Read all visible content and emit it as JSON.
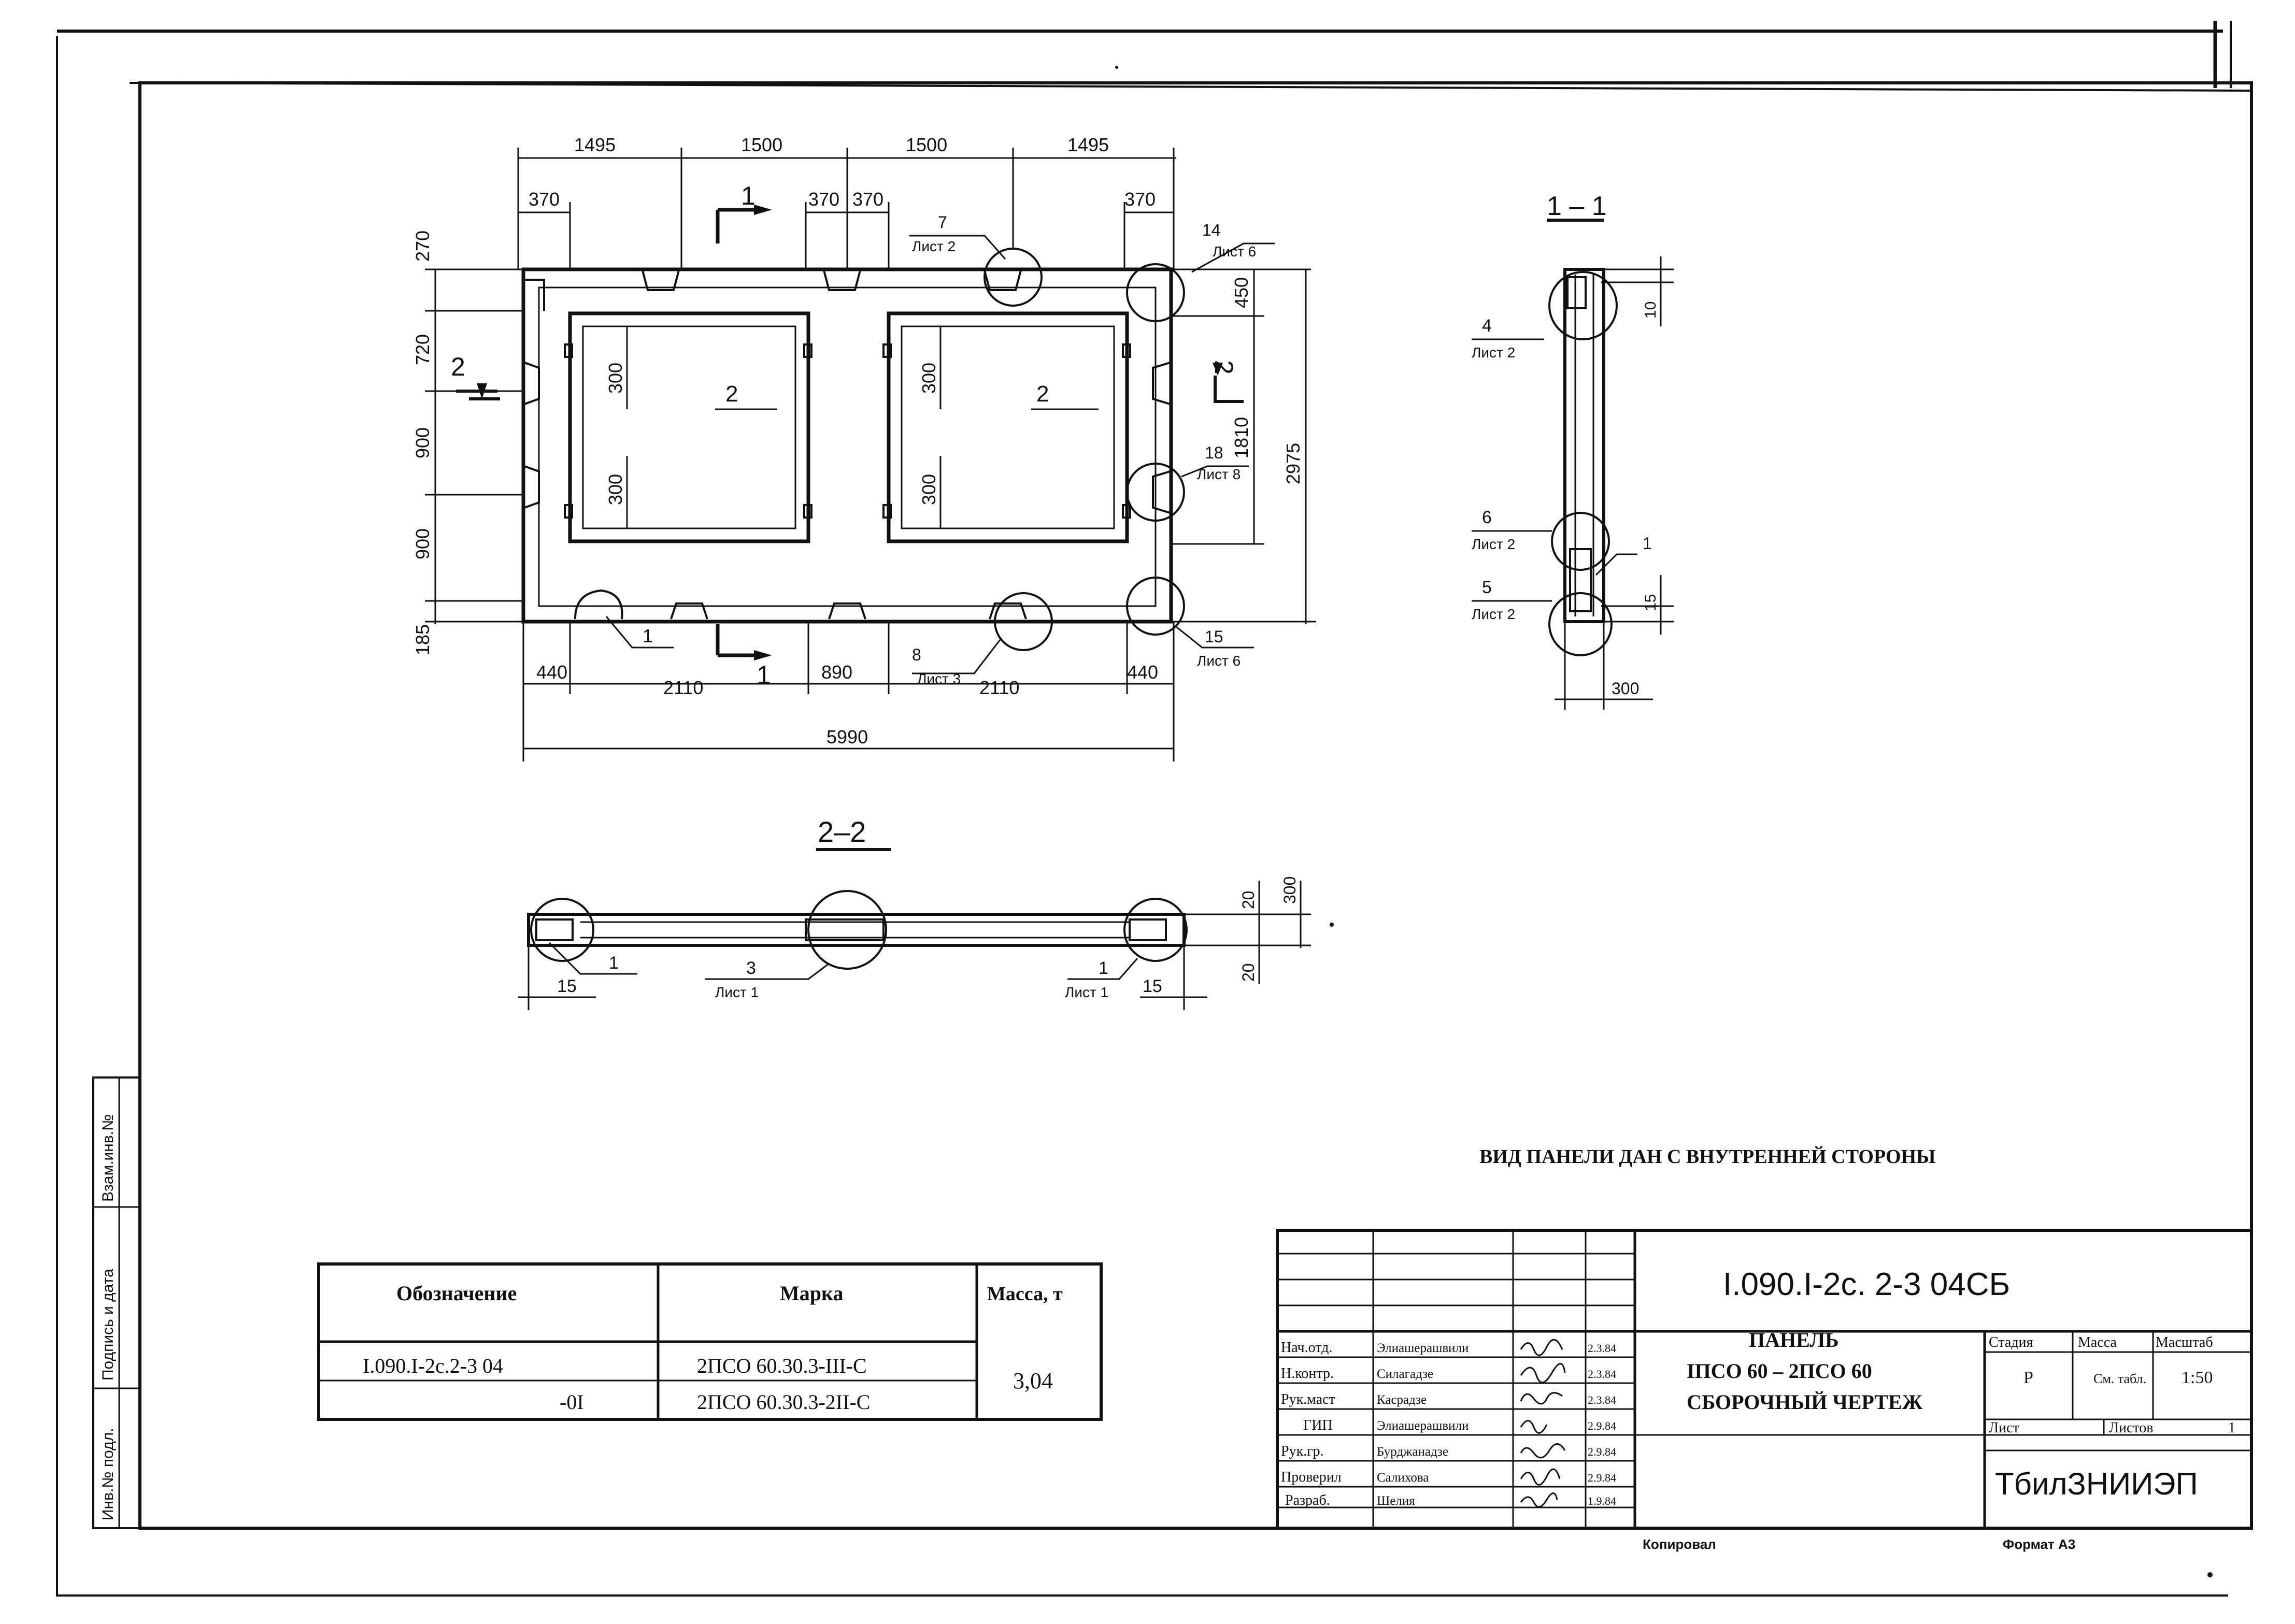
{
  "plan": {
    "top_dims": [
      "1495",
      "1500",
      "1500",
      "1495"
    ],
    "top_sub_dims": [
      "370",
      "370",
      "370",
      "370"
    ],
    "left_dims": [
      "270",
      "720",
      "900",
      "900",
      "185"
    ],
    "right_dims": [
      "450",
      "1810",
      "2975"
    ],
    "bottom_dims": [
      "440",
      "2110",
      "890",
      "2110",
      "440"
    ],
    "total_width": "5990",
    "window_dims": [
      "300",
      "300",
      "300",
      "300"
    ],
    "window_marks": [
      "2",
      "2"
    ],
    "section_marks": [
      "1",
      "1",
      "2",
      "2"
    ],
    "callouts": [
      {
        "num": "7",
        "sheet": "Лист 2"
      },
      {
        "num": "14",
        "sheet": "Лист 6"
      },
      {
        "num": "18",
        "sheet": "Лист 8"
      },
      {
        "num": "15",
        "sheet": "Лист 6"
      },
      {
        "num": "8",
        "sheet": "Лист 3"
      }
    ],
    "bottom_leader": "1"
  },
  "section_1_1": {
    "title": "1 – 1",
    "callouts": [
      {
        "num": "4",
        "sheet": "Лист 2"
      },
      {
        "num": "6",
        "sheet": "Лист 2"
      },
      {
        "num": "5",
        "sheet": "Лист 2"
      }
    ],
    "dims": [
      "10",
      "15",
      "300"
    ],
    "leader": "1"
  },
  "section_2_2": {
    "title": "2–2",
    "left_leader": "1",
    "left_dim": "15",
    "callout_mid": {
      "num": "3",
      "sheet": "Лист 1"
    },
    "callout_right": {
      "num": "1",
      "sheet": "Лист 1"
    },
    "right_dim": "15",
    "vert_dims": [
      "20",
      "300",
      "20"
    ]
  },
  "note": "ВИД ПАНЕЛИ ДАН С ВНУТРЕННЕЙ СТОРОНЫ",
  "spec_table": {
    "headers": [
      "Обозначение",
      "Марка",
      "Масса, т"
    ],
    "rows": [
      {
        "designation": "I.090.I-2с.2-3 04",
        "mark": "2ПСО 60.30.3-III-С"
      },
      {
        "designation": "-0I",
        "mark": "2ПСО 60.30.3-2II-С"
      }
    ],
    "mass": "3,04"
  },
  "title_block": {
    "code": "I.090.I-2с. 2-3  04СБ",
    "title_lines": [
      "ПАНЕЛЬ",
      "IПСО 60 – 2ПСО 60",
      "СБОРОЧНЫЙ  ЧЕРТЕЖ"
    ],
    "roles": [
      "Нач.отд.",
      "Н.контр.",
      "Рук.маст",
      "ГИП",
      "Рук.гр.",
      "Проверил",
      "Разраб."
    ],
    "names": [
      "Элиашерашвили",
      "Силагадзе",
      "Касрадзе",
      "Элиашерашвили",
      "Бурджанадзе",
      "Салихова",
      "Шелия"
    ],
    "dates": [
      "2.3.84",
      "2.3.84",
      "2.3.84",
      "2.9.84",
      "2.9.84",
      "2.9.84",
      "1.9.84"
    ],
    "stage_label": "Стадия",
    "mass_label": "Масса",
    "scale_label": "Масштаб",
    "stage_value": "Р",
    "mass_value": "См. табл.",
    "scale_value": "1:50",
    "sheet_label": "Лист",
    "sheets_label": "Листов",
    "sheets_value": "1",
    "organization": "ТбилЗНИИЭП",
    "copied_label": "Копировал",
    "format_label": "Формат А3"
  },
  "side_stamp": [
    "Инв.№ подл.",
    "Подпись и дата",
    "Взам.инв.№"
  ]
}
